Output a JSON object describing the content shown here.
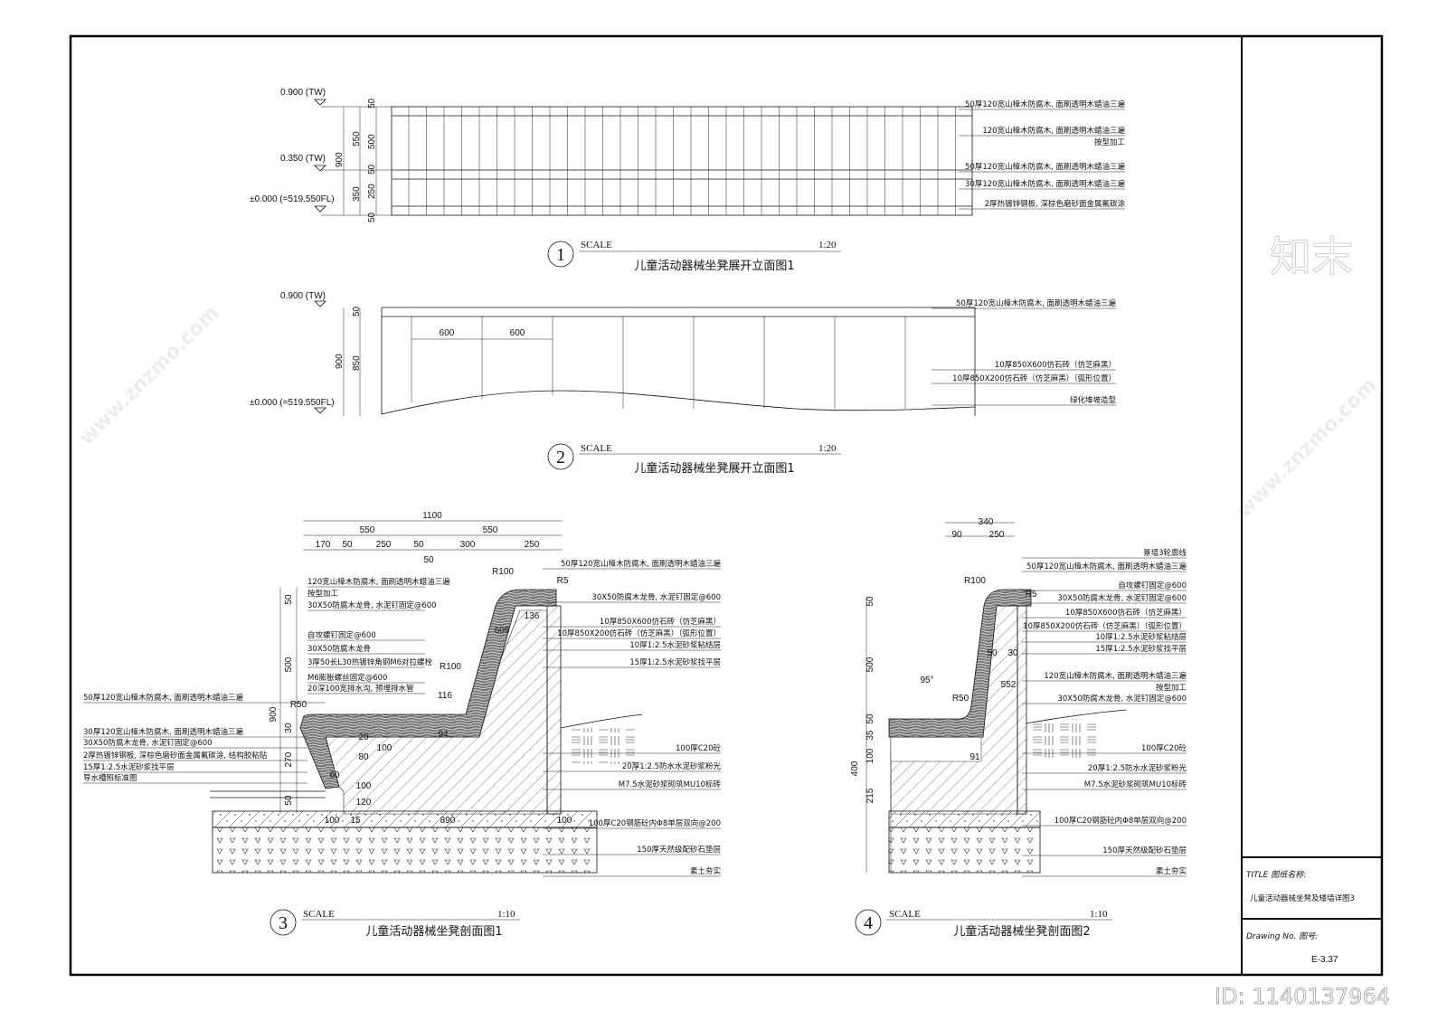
{
  "drawing": {
    "elevation1": {
      "levels": [
        "0.900 (TW)",
        "0.350 (TW)",
        "±0.000 (=519.550FL)"
      ],
      "dims": [
        "900",
        "550",
        "350",
        "50",
        "500",
        "50",
        "250",
        "50"
      ],
      "labels": [
        "50厚120宽山樟木防腐木, 面刷透明木蜡油三遍",
        "120宽山樟木防腐木, 面刷透明木蜡油三遍",
        "按型加工",
        "50厚120宽山樟木防腐木, 面刷透明木蜡油三遍",
        "30厚120宽山樟木防腐木, 面刷透明木蜡油三遍",
        "2厚热镀锌钢板, 深棕色磨砂面金属氟碳涂"
      ],
      "number": "1",
      "scale_label": "SCALE",
      "scale": "1:20",
      "title": "儿童活动器械坐凳展开立面图1"
    },
    "elevation2": {
      "levels": [
        "0.900 (TW)",
        "±0.000 (=519.550FL)"
      ],
      "dims": [
        "900",
        "850",
        "50",
        "600",
        "600"
      ],
      "labels": [
        "50厚120宽山樟木防腐木, 面刷透明木蜡油三遍",
        "10厚850X600仿石砖（仿芝麻黑）",
        "10厚850X200仿石砖（仿芝麻黑）（弧形位置）",
        "绿化堆坡造型"
      ],
      "number": "2",
      "scale_label": "SCALE",
      "scale": "1:20",
      "title": "儿童活动器械坐凳展开立面图1"
    },
    "section1": {
      "top_dims": [
        "1100",
        "550",
        "550",
        "170",
        "50",
        "250",
        "50",
        "300",
        "250",
        "50"
      ],
      "side_dims": [
        "50",
        "500",
        "900",
        "30",
        "270",
        "50"
      ],
      "inner_dims": [
        "R100",
        "R5",
        "R50",
        "R100",
        "136",
        "609",
        "116",
        "94",
        "100",
        "80",
        "20",
        "60",
        "100",
        "120",
        "100",
        "15",
        "890",
        "100"
      ],
      "left_labels_upper": [
        "120宽山樟木防腐木, 面刷透明木蜡油三遍",
        "按型加工",
        "30X50防腐木龙骨, 水泥钉固定@600",
        "自攻螺钉固定@600",
        "30X50防腐木龙骨",
        "3厚50长L30热镀锌角钢M6对拉螺栓",
        "M6膨胀螺丝固定@600",
        "20深100宽排水沟, 预埋排水管"
      ],
      "left_labels_lower": [
        "50厚120宽山樟木防腐木, 面刷透明木蜡油三遍",
        "30厚120宽山樟木防腐木, 面刷透明木蜡油三遍",
        "30X50防腐木龙骨, 水泥钉固定@600",
        "2厚热镀锌钢板, 深棕色磨砂面金属氟碳涂, 结构胶粘贴",
        "15厚1:2.5水泥砂浆找平层",
        "导水槽照标准图"
      ],
      "right_labels": [
        "50厚120宽山樟木防腐木, 面刷透明木蜡油三遍",
        "30X50防腐木龙骨, 水泥钉固定@600",
        "10厚850X600仿石砖（仿芝麻黑）",
        "10厚850X200仿石砖（仿芝麻黑）（弧形位置）",
        "10厚1:2.5水泥砂浆粘结层",
        "15厚1:2.5水泥砂浆找平层",
        "100厚C20砼",
        "20厚1:2.5防水水泥砂浆粉光",
        "M7.5水泥砂浆砌筑MU10标砖",
        "100厚C20钢筋砼内Φ8单层双向@200",
        "150厚天然级配砂石垫层",
        "素土夯实"
      ],
      "number": "3",
      "scale_label": "SCALE",
      "scale": "1:10",
      "title": "儿童活动器械坐凳剖面图1"
    },
    "section2": {
      "top_dims": [
        "340",
        "90",
        "250"
      ],
      "side_dims": [
        "50",
        "500",
        "35",
        "50",
        "100",
        "400",
        "215"
      ],
      "inner_dims": [
        "R100",
        "R5",
        "95°",
        "R50",
        "50",
        "30",
        "552",
        "91"
      ],
      "right_labels": [
        "景墙3轮廓线",
        "50厚120宽山樟木防腐木, 面刷透明木蜡油三遍",
        "自攻螺钉固定@600",
        "30X50防腐木龙骨, 水泥钉固定@600",
        "10厚850X600仿石砖（仿芝麻黑）",
        "10厚850X200仿石砖（仿芝麻黑）（弧形位置）",
        "10厚1:2.5水泥砂浆粘结层",
        "15厚1:2.5水泥砂浆找平层",
        "120宽山樟木防腐木, 面刷透明木蜡油三遍",
        "按型加工",
        "30X50防腐木龙骨, 水泥钉固定@600",
        "100厚C20砼",
        "20厚1:2.5防水水泥砂浆粉光",
        "M7.5水泥砂浆砌筑MU10标砖",
        "100厚C20钢筋砼内Φ8单层双向@200",
        "150厚天然级配砂石垫层",
        "素土夯实"
      ],
      "number": "4",
      "scale_label": "SCALE",
      "scale": "1:10",
      "title": "儿童活动器械坐凳剖面图2"
    }
  },
  "title_block": {
    "title_label": "TITLE 图纸名称:",
    "title_value": "儿童活动器械坐凳及矮墙详图3",
    "drawing_no_label": "Drawing No. 图号:",
    "drawing_no": "E-3.37"
  },
  "watermark": {
    "site": "www.znzmo.com",
    "logo": "知末",
    "id": "ID: 1140137964"
  }
}
